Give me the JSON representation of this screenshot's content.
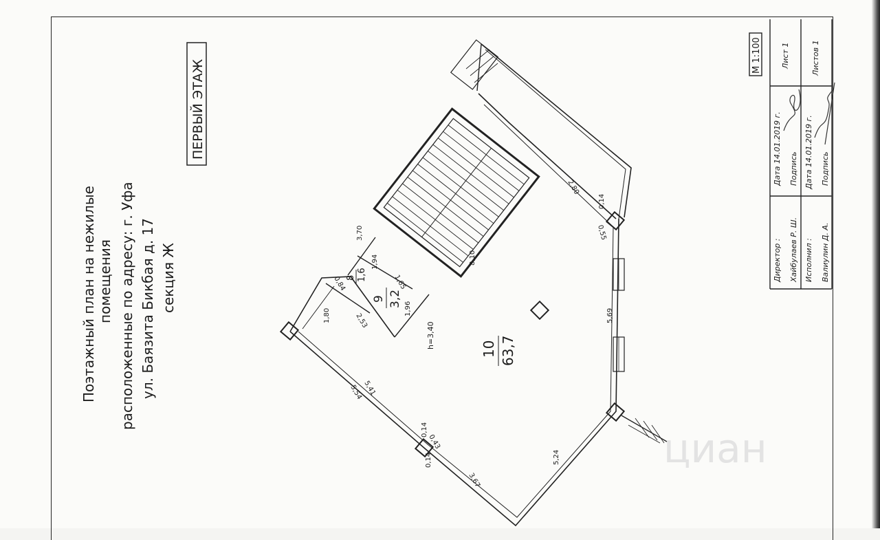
{
  "title": {
    "line1": "Поэтажный план на нежилые",
    "line2": "помещения",
    "line3": "расположенные по адресу: г. Уфа",
    "line4": "ул. Баязита Бикбая д. 17",
    "line5": "секция Ж"
  },
  "floor_label": "ПЕРВЫЙ ЭТАЖ",
  "title_block": {
    "scale": "М 1:100",
    "sheet": "Лист 1",
    "sheets": "Листов 1",
    "director_role": "Директор :",
    "director_name": "Хайбулаев Р. Ш.",
    "executor_role": "Исполнил :",
    "executor_name": "Валиулин Д. А.",
    "date1": "Дата 14.01.2019 г.",
    "date2": "Дата 14.01.2019 г.",
    "sign1": "Подпись",
    "sign2": "Подпись"
  },
  "rooms": [
    {
      "number": "8",
      "area": "1,6"
    },
    {
      "number": "9",
      "area": "3,2"
    },
    {
      "number": "10",
      "area": "63,7"
    }
  ],
  "ceiling_height": "h=3,40",
  "dimensions": {
    "d370": "3,70",
    "d810": "8,10",
    "d280": "2,80",
    "d014a": "0,14",
    "d055": "0,55",
    "d194": "1,94",
    "d084": "0,84",
    "d165": "1,65",
    "d196": "1,96",
    "d180": "1,80",
    "d253": "2,53",
    "d569": "5,69",
    "d541": "5,41",
    "d554": "5,54",
    "d014b": "0,14",
    "d043": "0,43",
    "d014c": "0,14",
    "d524": "5,24",
    "d367": "3,67"
  },
  "watermark": "циан"
}
